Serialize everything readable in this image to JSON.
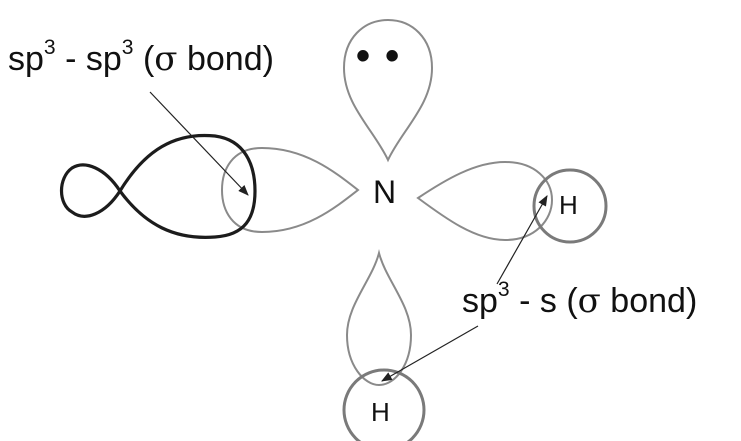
{
  "diagram": {
    "central_atom": "N",
    "lone_pair_symbol": "• •",
    "hydrogen_labels": [
      "H",
      "H"
    ],
    "label_sp3_sp3": {
      "prefix": "sp",
      "sup": "3",
      "middle": " - sp",
      "sup2": "3",
      "open": " (",
      "sigma": "σ",
      "suffix": " bond)"
    },
    "label_sp3_s": {
      "prefix": "sp",
      "sup": "3",
      "middle": " - s (",
      "sigma": "σ",
      "suffix": " bond)"
    },
    "colors": {
      "lobe_stroke": "#8a8a8a",
      "hybrid_stroke": "#1c1c1c",
      "text": "#111111"
    }
  }
}
